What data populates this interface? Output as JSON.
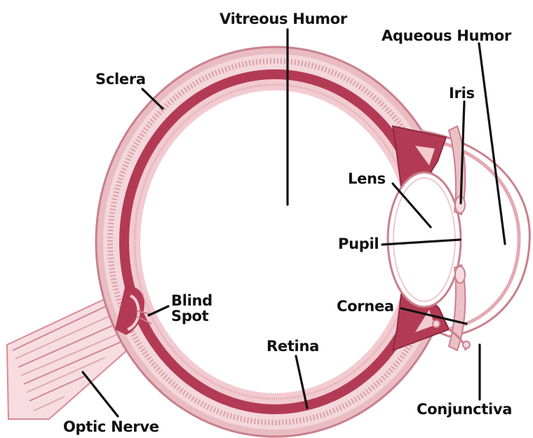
{
  "labels": {
    "vitreous_humor": "Vitreous Humor",
    "aqueous_humor": "Aqueous Humor",
    "sclera": "Sclera",
    "iris": "Iris",
    "lens": "Lens",
    "pupil": "Pupil",
    "blind_spot_line1": "Blind",
    "blind_spot_line2": "Spot",
    "cornea": "Cornea",
    "retina": "Retina",
    "conjunctiva": "Conjunctiva",
    "optic_nerve": "Optic Nerve"
  },
  "colors": {
    "sclera_outer": "#e8bcc2",
    "sclera_band": "#e3a8b1",
    "choroid": "#b33a55",
    "retina_inner": "#f0c8cf",
    "lens_fill": "#ffffff",
    "leader": "#111111"
  }
}
